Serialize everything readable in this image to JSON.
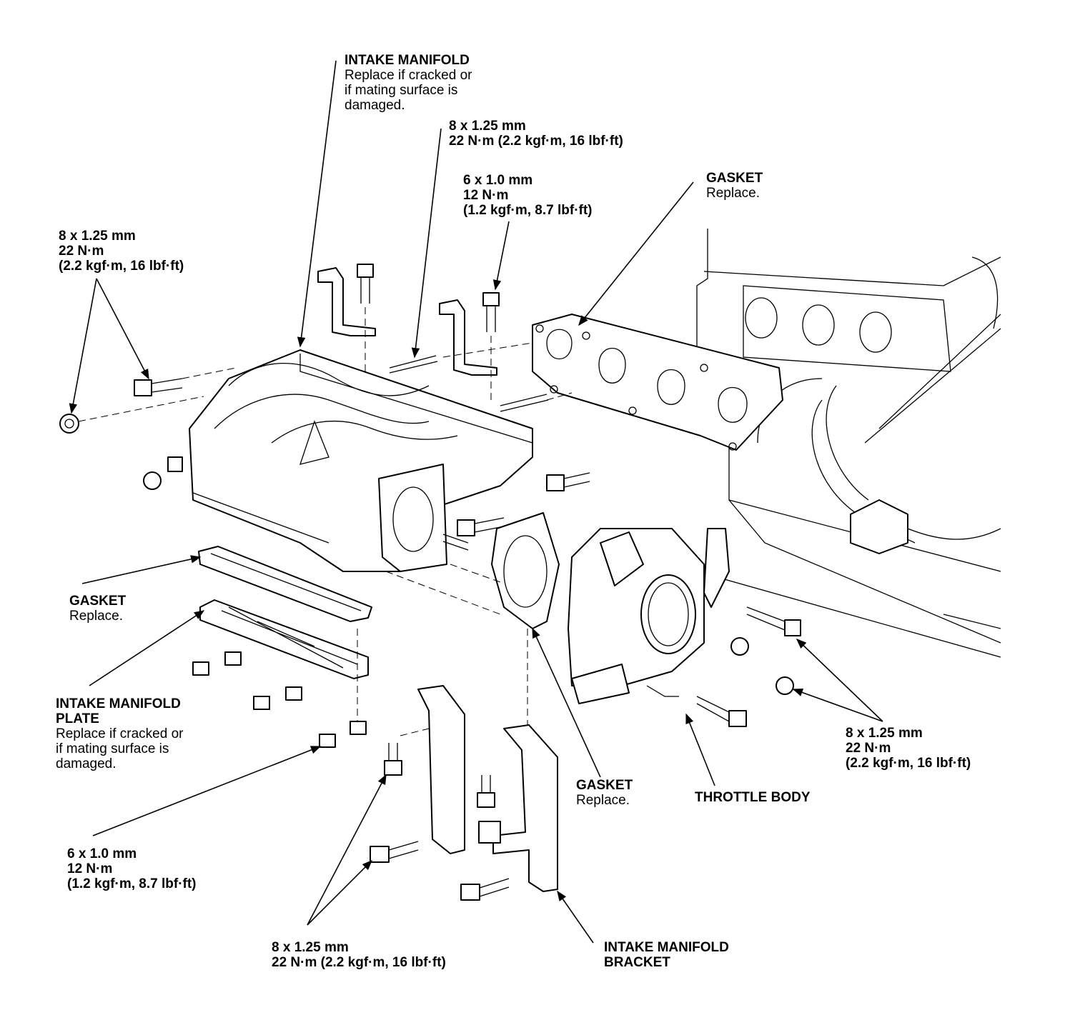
{
  "labels": {
    "intake_manifold": {
      "title": "INTAKE MANIFOLD",
      "note": [
        "Replace if cracked or",
        "if mating surface is",
        "damaged."
      ]
    },
    "stud_top": {
      "size": "8 x 1.25 mm",
      "torque": "22 N·m (2.2 kgf·m, 16 lbf·ft)"
    },
    "bolt_top_small": {
      "size": "6 x 1.0 mm",
      "torque": "12 N·m",
      "torque_alt": "(1.2 kgf·m, 8.7 lbf·ft)"
    },
    "gasket_head": {
      "title": "GASKET",
      "note": "Replace."
    },
    "bolt_left": {
      "size": "8 x 1.25 mm",
      "torque": "22 N·m",
      "torque_alt": "(2.2 kgf·m, 16 lbf·ft)"
    },
    "gasket_plate": {
      "title": "GASKET",
      "note": "Replace."
    },
    "plate": {
      "title": [
        "INTAKE MANIFOLD",
        "PLATE"
      ],
      "note": [
        "Replace if cracked or",
        "if mating surface is",
        "damaged."
      ]
    },
    "bolt_plate": {
      "size": "6 x 1.0 mm",
      "torque": "12 N·m",
      "torque_alt": "(1.2 kgf·m, 8.7 lbf·ft)"
    },
    "bolt_bracket": {
      "size": "8 x 1.25 mm",
      "torque": "22 N·m (2.2 kgf·m, 16 lbf·ft)"
    },
    "bracket": {
      "title": [
        "INTAKE MANIFOLD",
        "BRACKET"
      ]
    },
    "gasket_throttle": {
      "title": "GASKET",
      "note": "Replace."
    },
    "throttle_body": {
      "title": "THROTTLE BODY"
    },
    "bolt_right": {
      "size": "8 x 1.25 mm",
      "torque": "22 N·m",
      "torque_alt": "(2.2 kgf·m, 16 lbf·ft)"
    }
  }
}
